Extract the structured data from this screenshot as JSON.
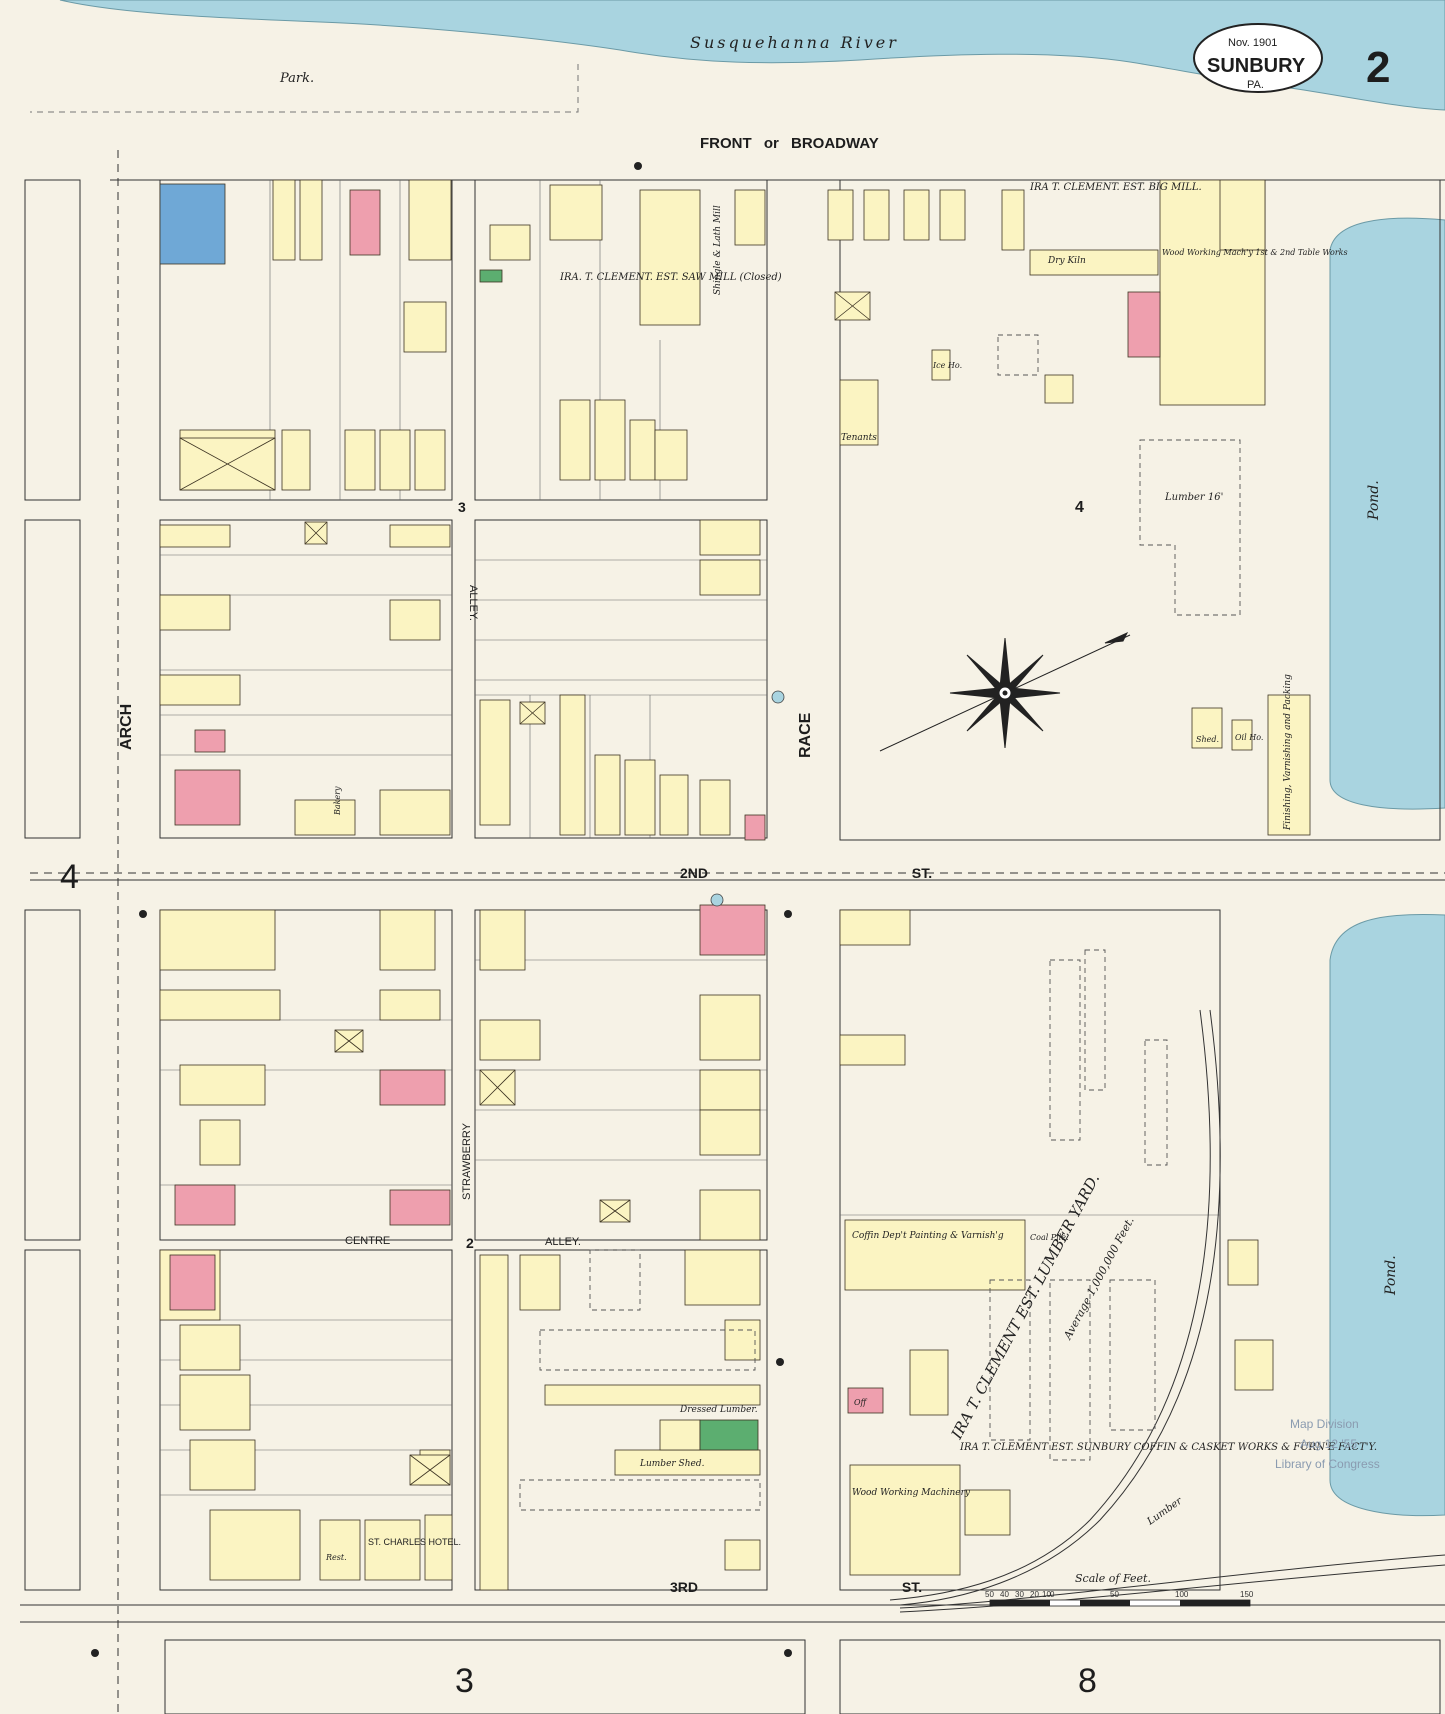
{
  "header": {
    "river": "Susquehanna River",
    "date": "Nov. 1901",
    "town": "SUNBURY",
    "state": "PA.",
    "sheet": "2"
  },
  "areas": {
    "park": "Park.",
    "pond": "Pond."
  },
  "streets": {
    "front": "FRONT or BROADWAY",
    "second": "2ND ST.",
    "third": "3RD ST.",
    "arch": "ARCH",
    "race": "RACE",
    "alley": "ALLEY.",
    "strawberry": "STRAWBERRY",
    "centre": "CENTRE",
    "centre_alley": "ALLEY."
  },
  "block_numbers": [
    "3",
    "4",
    "4",
    "2",
    "3",
    "8"
  ],
  "businesses": {
    "saw_mill": "IRA. T. CLEMENT. EST. SAW MILL (Closed)",
    "big_mill": "IRA T. CLEMENT. EST. BIG MILL.",
    "wood_working": "Wood Working Mach'y 1st & 2nd Table Works",
    "dry_kiln": "Dry Kiln",
    "shingle_lath": "Shingle & Lath Mill",
    "ice_ho": "Ice Ho.",
    "tenants": "Tenants",
    "lumber_16": "Lumber 16'",
    "finishing": "Finishing, Varnishing and Packing",
    "shed": "Shed.",
    "oil_ho": "Oil Ho.",
    "lumber_yard": "IRA T. CLEMENT EST. LUMBER YARD.",
    "average": "Average 1,000,000 Feet.",
    "coffin": "IRA T. CLEMENT EST. SUNBURY COFFIN & CASKET WORKS & FURN'E FACT'Y.",
    "coffin_dept": "Coffin Dep't Painting & Varnish'g",
    "wood_mach": "Wood Working Machinery",
    "dressed": "Dressed Lumber.",
    "lumber_shed": "Lumber Shed.",
    "charles_hotel": "ST. CHARLES HOTEL.",
    "bakery": "Bakery",
    "rest": "Rest.",
    "off": "Off",
    "coal_pile": "Coal Pile.",
    "lumber": "Lumber"
  },
  "scale": {
    "label": "Scale of Feet.",
    "ticks": [
      "50",
      "40",
      "30",
      "20",
      "10",
      "0",
      "50",
      "100",
      "150"
    ]
  },
  "stamp": {
    "line1": "Map Division",
    "line2": "Aug 12 '55",
    "line3": "Library of Congress"
  },
  "colors": {
    "frame": "#fbf4c2",
    "brick": "#ee9fae",
    "stone": "#6fa8d6",
    "special": "#5cae70",
    "water": "#a9d4e0",
    "paper": "#f6f2e6"
  }
}
